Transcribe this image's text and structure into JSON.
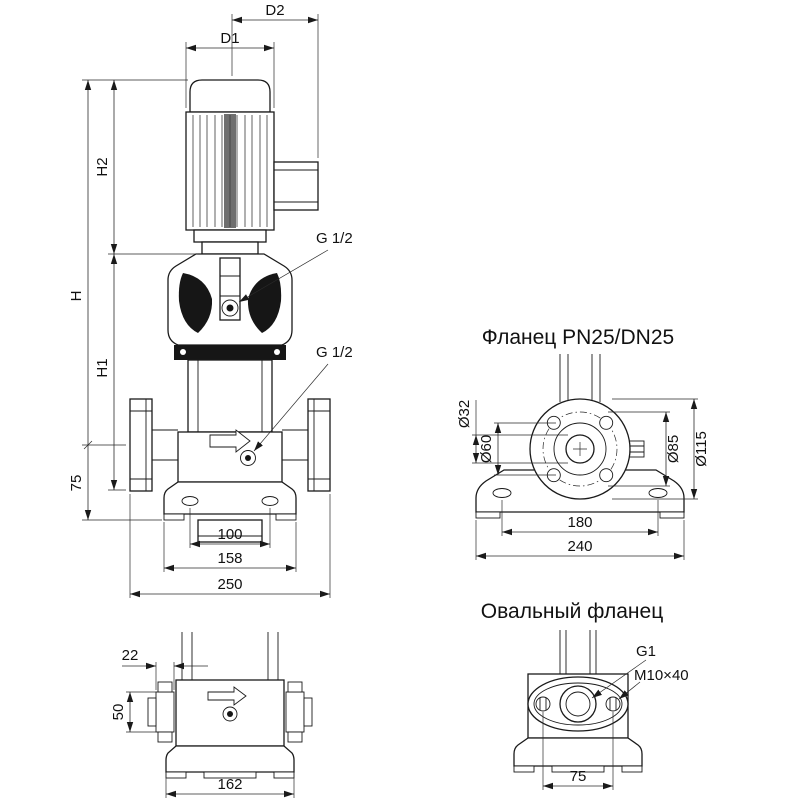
{
  "views": {
    "main": {
      "dims": {
        "d1": "D1",
        "d2": "D2",
        "h": "H",
        "h1": "H1",
        "h2": "H2",
        "port_height": "75",
        "bolt_span": "100",
        "base_length": "158",
        "port_span": "250",
        "head_plug": "G 1/2",
        "body_plug": "G 1/2"
      }
    },
    "flange": {
      "title": "Фланец PN25/DN25",
      "dims": {
        "bore": "Ø32",
        "raised_face": "Ø60",
        "bolt_circle": "Ø85",
        "outer": "Ø115",
        "slot_span": "180",
        "base_width": "240"
      }
    },
    "side": {
      "dims": {
        "flange_thickness": "22",
        "flange_height": "50",
        "base_width": "162"
      }
    },
    "oval": {
      "title": "Овальный фланец",
      "dims": {
        "thread": "G1",
        "bolt": "M10×40",
        "bolt_span": "75"
      }
    }
  }
}
